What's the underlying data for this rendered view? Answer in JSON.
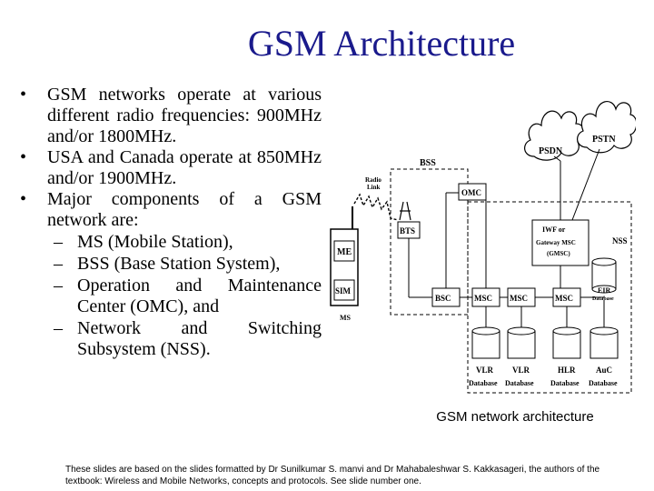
{
  "slide": {
    "title": "GSM Architecture",
    "bullets": [
      {
        "text": "GSM networks operate at various different radio frequencies: 900MHz and/or 1800MHz."
      },
      {
        "text": "USA and Canada operate at 850MHz and/or 1900MHz."
      },
      {
        "text": "Major components of a GSM network are:"
      }
    ],
    "sub_bullets": [
      "MS (Mobile Station),",
      "BSS (Base Station System),",
      "Operation and Maintenance Center (OMC), and",
      "Network and Switching Subsystem (NSS)."
    ],
    "caption": "GSM network architecture",
    "footer": "These slides are based on the slides formatted by Dr Sunilkumar S. manvi and Dr Mahabaleshwar S. Kakkasageri, the authors of the textbook: Wireless and Mobile Networks, concepts and protocols. See slide number one."
  },
  "diagram": {
    "labels": {
      "bss": "BSS",
      "nss": "NSS",
      "ms": "MS",
      "radio_link": "Radio Link",
      "psdn": "PSDN",
      "pstn": "PSTN",
      "omc": "OMC",
      "bts": "BTS",
      "bsc": "BSC",
      "msc1": "MSC",
      "msc2": "MSC",
      "msc3": "MSC",
      "iwf_line1": "IWF or",
      "iwf_line2": "Gateway MSC",
      "iwf_line3": "(GMSC)",
      "eir": "EIR",
      "eir_sub": "Database",
      "me": "ME",
      "sim": "SIM",
      "vlr1": "VLR",
      "vlr1_sub": "Database",
      "vlr2": "VLR",
      "vlr2_sub": "Database",
      "hlr": "HLR",
      "hlr_sub": "Database",
      "auc": "AuC",
      "auc_sub": "Database"
    }
  }
}
